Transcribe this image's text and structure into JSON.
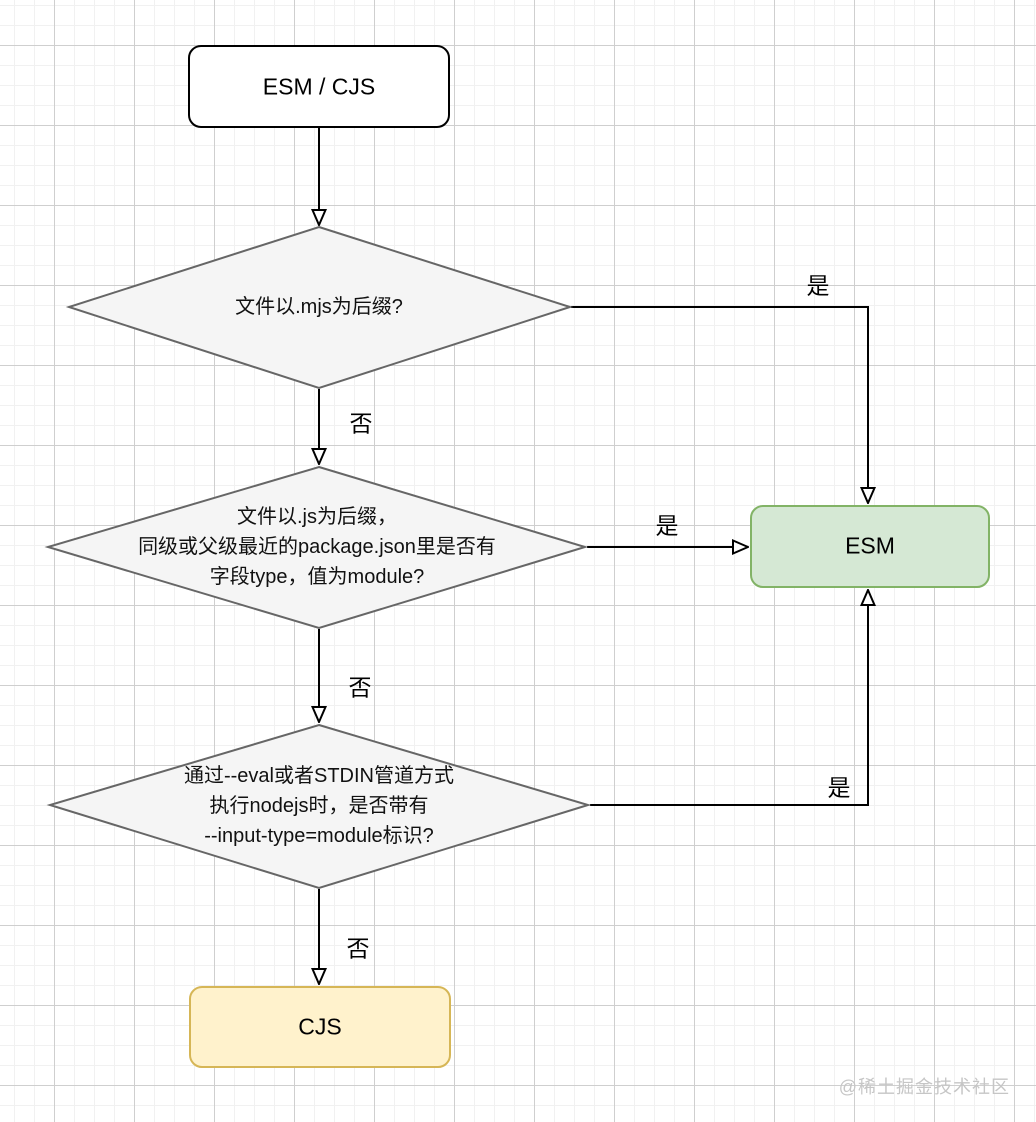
{
  "colors": {
    "start_fill": "#ffffff",
    "start_border": "#000000",
    "decision_fill": "#f5f5f5",
    "decision_border": "#666666",
    "esm_fill": "#d5e8d4",
    "esm_border": "#82b366",
    "cjs_fill": "#fff2cc",
    "cjs_border": "#d6b656",
    "edge_color": "#000000"
  },
  "flowchart": {
    "start": "ESM / CJS",
    "decision1": "文件以.mjs为后缀?",
    "decision2": "文件以.js为后缀，\n同级或父级最近的package.json里是否有\n字段type，值为module?",
    "decision3": "通过--eval或者STDIN管道方式\n执行nodejs时，是否带有\n--input-type=module标识?",
    "esm": "ESM",
    "cjs": "CJS",
    "yes": "是",
    "no": "否",
    "watermark": "@稀土掘金技术社区"
  }
}
